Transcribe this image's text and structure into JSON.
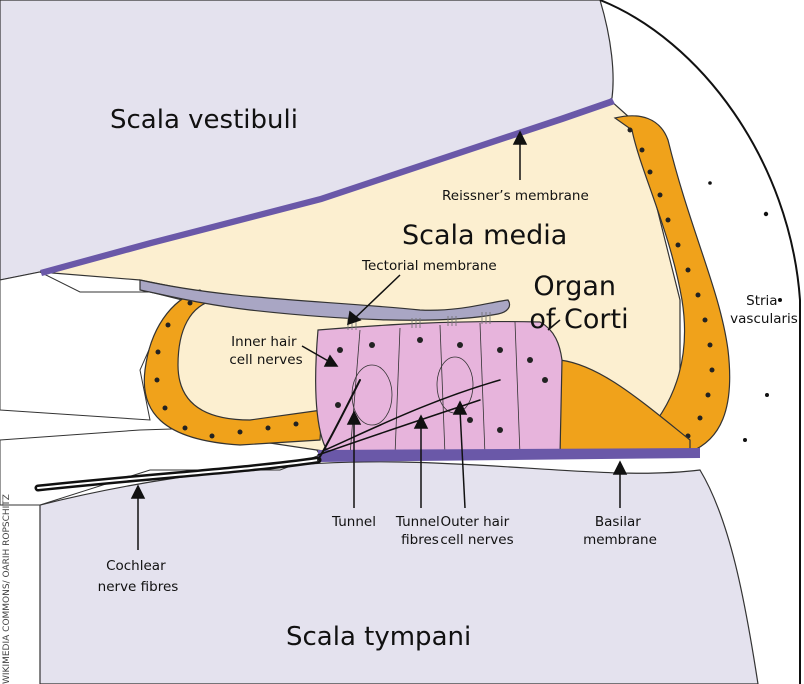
{
  "regions": {
    "scala_vestibuli": "Scala vestibuli",
    "scala_media": "Scala media",
    "scala_tympani": "Scala tympani",
    "organ_of_corti": [
      "Organ",
      "of Corti"
    ]
  },
  "labels": {
    "reissners_membrane": "Reissner’s membrane",
    "tectorial_membrane": "Tectorial membrane",
    "stria_vascularis": [
      "Stria",
      "vascularis"
    ],
    "inner_hair_cell_nerves": [
      "Inner hair",
      "cell nerves"
    ],
    "tunnel": "Tunnel",
    "tunnel_fibres": [
      "Tunnel",
      "fibres"
    ],
    "outer_hair_cell_nerves": [
      "Outer hair",
      "cell nerves"
    ],
    "basilar_membrane": [
      "Basilar",
      "membrane"
    ],
    "cochlear_nerve_fibres": [
      "Cochlear",
      "nerve fibres"
    ]
  },
  "credit": "WIKIMEDIA COMMONS/ OARIH ROPSCHITZ",
  "colors": {
    "scala_fill": "#e4e2ee",
    "media_fill": "#fcefd0",
    "cell_orange": "#f0a21b",
    "corti_pink": "#e7b4dc",
    "membrane_purple": "#6a58a8",
    "outline": "#222222"
  }
}
